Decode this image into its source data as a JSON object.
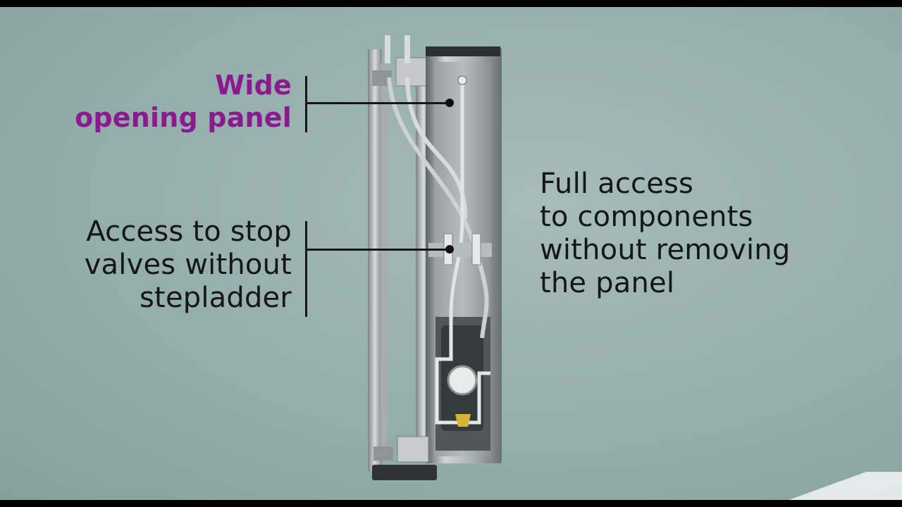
{
  "callouts": {
    "wide_opening": {
      "line1": "Wide",
      "line2": "opening panel",
      "color": "#8b1a8e"
    },
    "stop_valves": {
      "line1": "Access to stop",
      "line2": "valves without",
      "line3": "stepladder"
    },
    "full_access": {
      "line1": "Full access",
      "line2": "to components",
      "line3": "without removing",
      "line4": "the panel"
    }
  },
  "colors": {
    "wall": "#94aeac",
    "text": "#161616",
    "accent": "#8b1a8e"
  }
}
